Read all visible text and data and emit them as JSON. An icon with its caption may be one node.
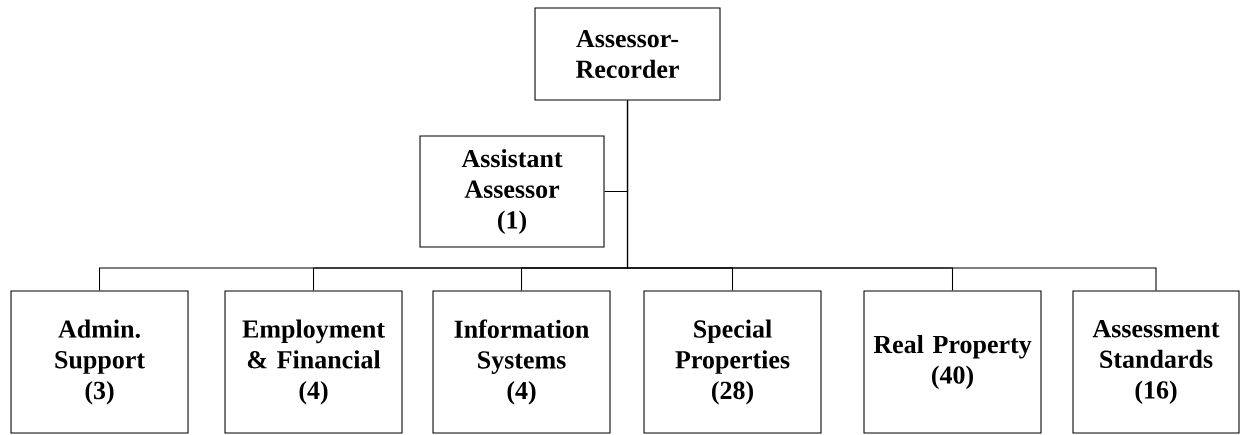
{
  "diagram": {
    "nodes": [
      {
        "text": [
          "Assessor-Recorder"
        ]
      },
      {
        "text": [
          "Assistant Assessor",
          "(1)"
        ]
      },
      {
        "text": [
          "Admin. Support",
          "(3)"
        ]
      },
      {
        "text": [
          "Employment & Financial",
          "(4)"
        ]
      },
      {
        "text": [
          "Information Systems",
          "(4)"
        ]
      },
      {
        "text": [
          "Special Properties",
          "(28)"
        ]
      },
      {
        "text": [
          "Real Property",
          "(40)"
        ]
      },
      {
        "text": [
          "Assessment Standards",
          "(16)"
        ]
      }
    ],
    "edges": [
      {
        "from": 0,
        "to": 1,
        "arrow": "none"
      },
      {
        "from": 0,
        "to": 2,
        "arrow": "none"
      },
      {
        "from": 0,
        "to": 3,
        "arrow": "none"
      },
      {
        "from": 0,
        "to": 4,
        "arrow": "none"
      },
      {
        "from": 0,
        "to": 5,
        "arrow": "none"
      },
      {
        "from": 0,
        "to": 6,
        "arrow": "none"
      },
      {
        "from": 0,
        "to": 7,
        "arrow": "none"
      }
    ]
  }
}
